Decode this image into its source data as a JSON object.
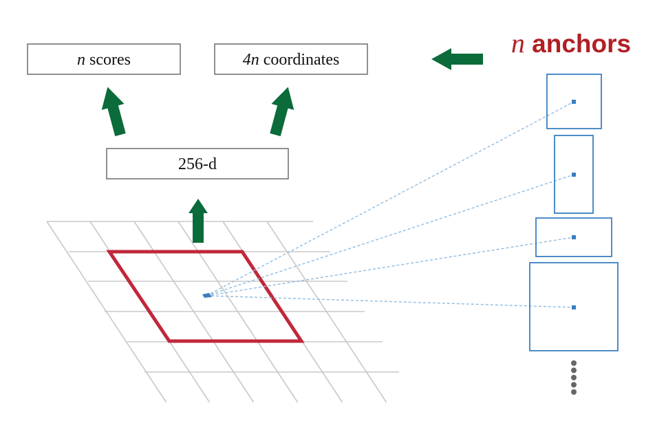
{
  "boxes": {
    "scores": {
      "var": "n",
      "text": " scores"
    },
    "coordinates": {
      "var": "4n",
      "text": " coordinates"
    },
    "feature": {
      "text": "256-d"
    }
  },
  "anchors_title": {
    "var": "n",
    "text": " anchors"
  },
  "colors": {
    "arrow": "#0b6b3a",
    "window": "#c0283a",
    "anchor": "#3a7fc1",
    "grid": "#c8c8c8",
    "title": "#b01f24",
    "dots": "#666666"
  },
  "anchor_count_shown": 4,
  "ellipsis_dots": 5
}
